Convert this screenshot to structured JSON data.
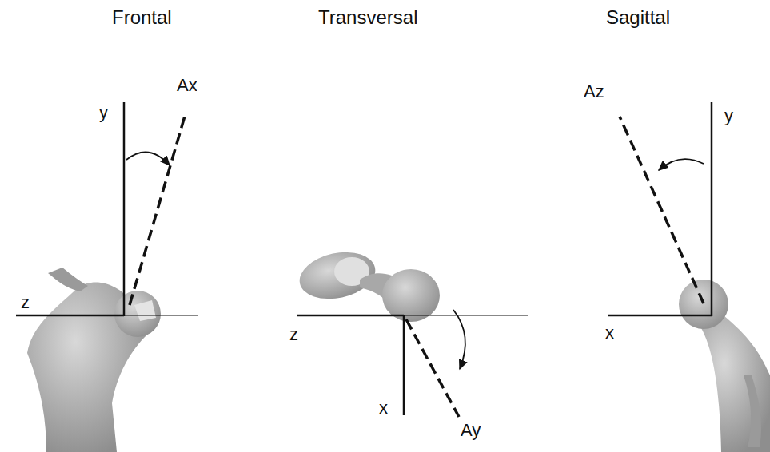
{
  "diagram": {
    "labels": [
      "Frontal",
      "Transversal",
      "Sagittal",
      "y",
      "Ax",
      "z",
      "z",
      "x",
      "Ay",
      "Az",
      "y",
      "x"
    ]
  }
}
